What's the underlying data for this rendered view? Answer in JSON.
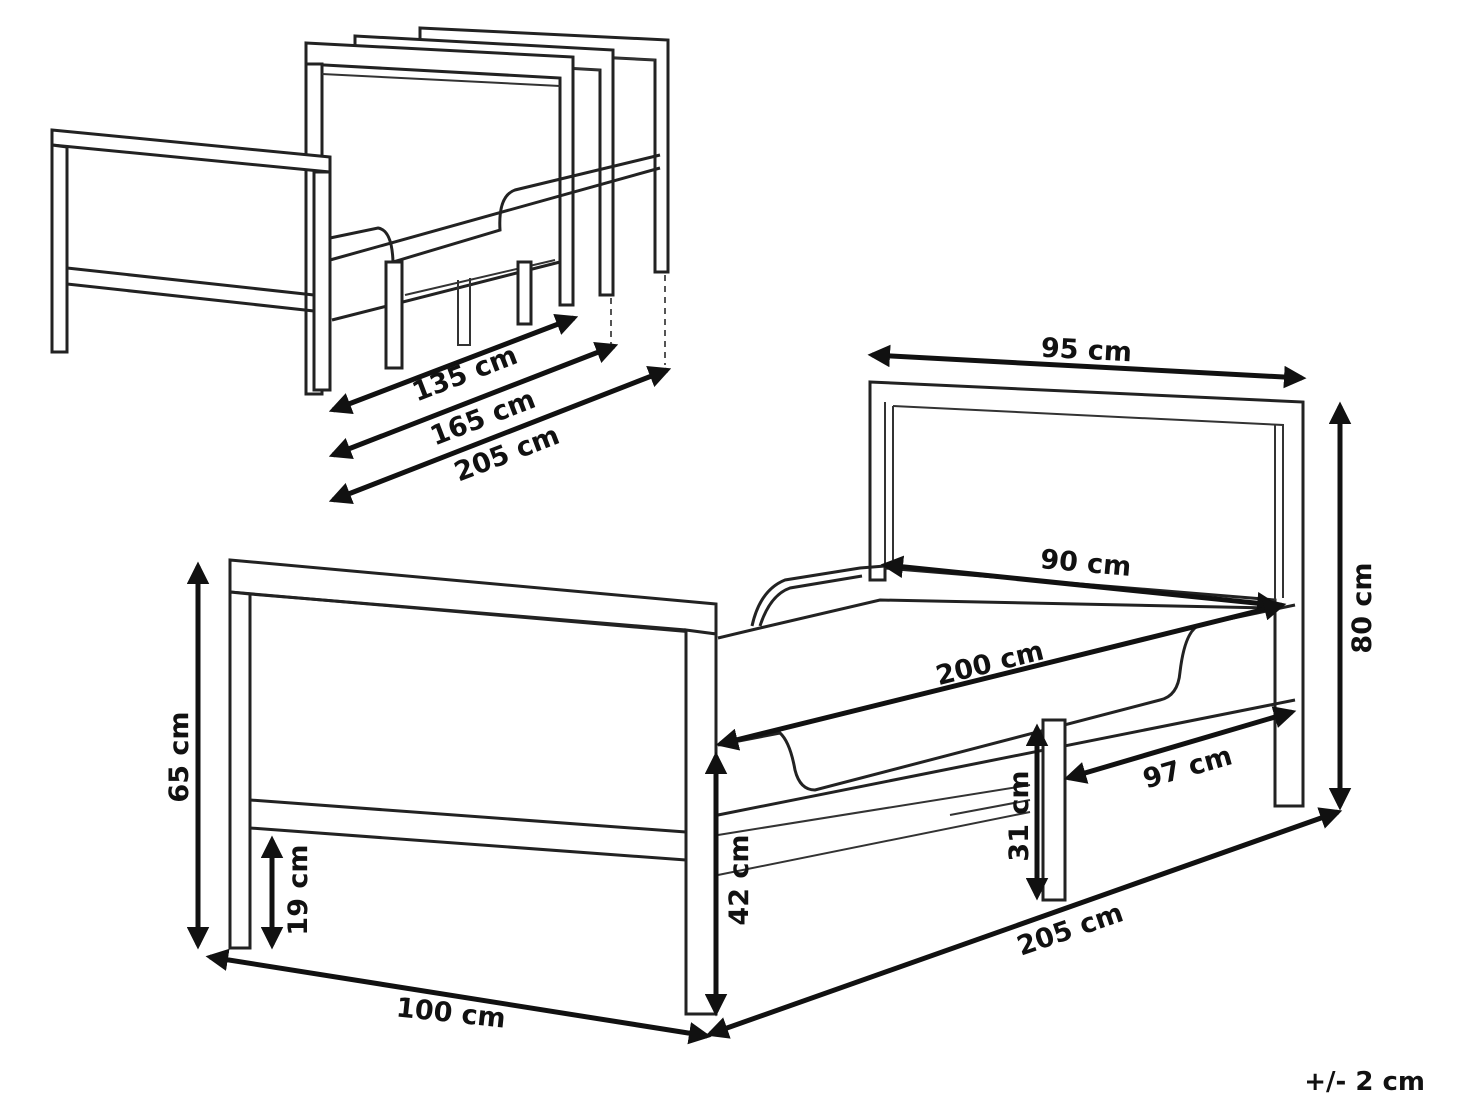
{
  "diagram": {
    "top_view_dimensions": {
      "length_short": "135 cm",
      "length_medium": "165 cm",
      "length_long": "205 cm"
    },
    "main_view_dimensions": {
      "headboard_width": "95 cm",
      "mattress_width": "90 cm",
      "mattress_length": "200 cm",
      "headboard_height": "80 cm",
      "footboard_height": "65 cm",
      "footboard_clearance": "19 cm",
      "side_rail_height": "42 cm",
      "under_bed_clearance": "31 cm",
      "extension_section": "97 cm",
      "total_length": "205 cm",
      "total_width": "100 cm"
    },
    "tolerance": "+/- 2 cm"
  }
}
